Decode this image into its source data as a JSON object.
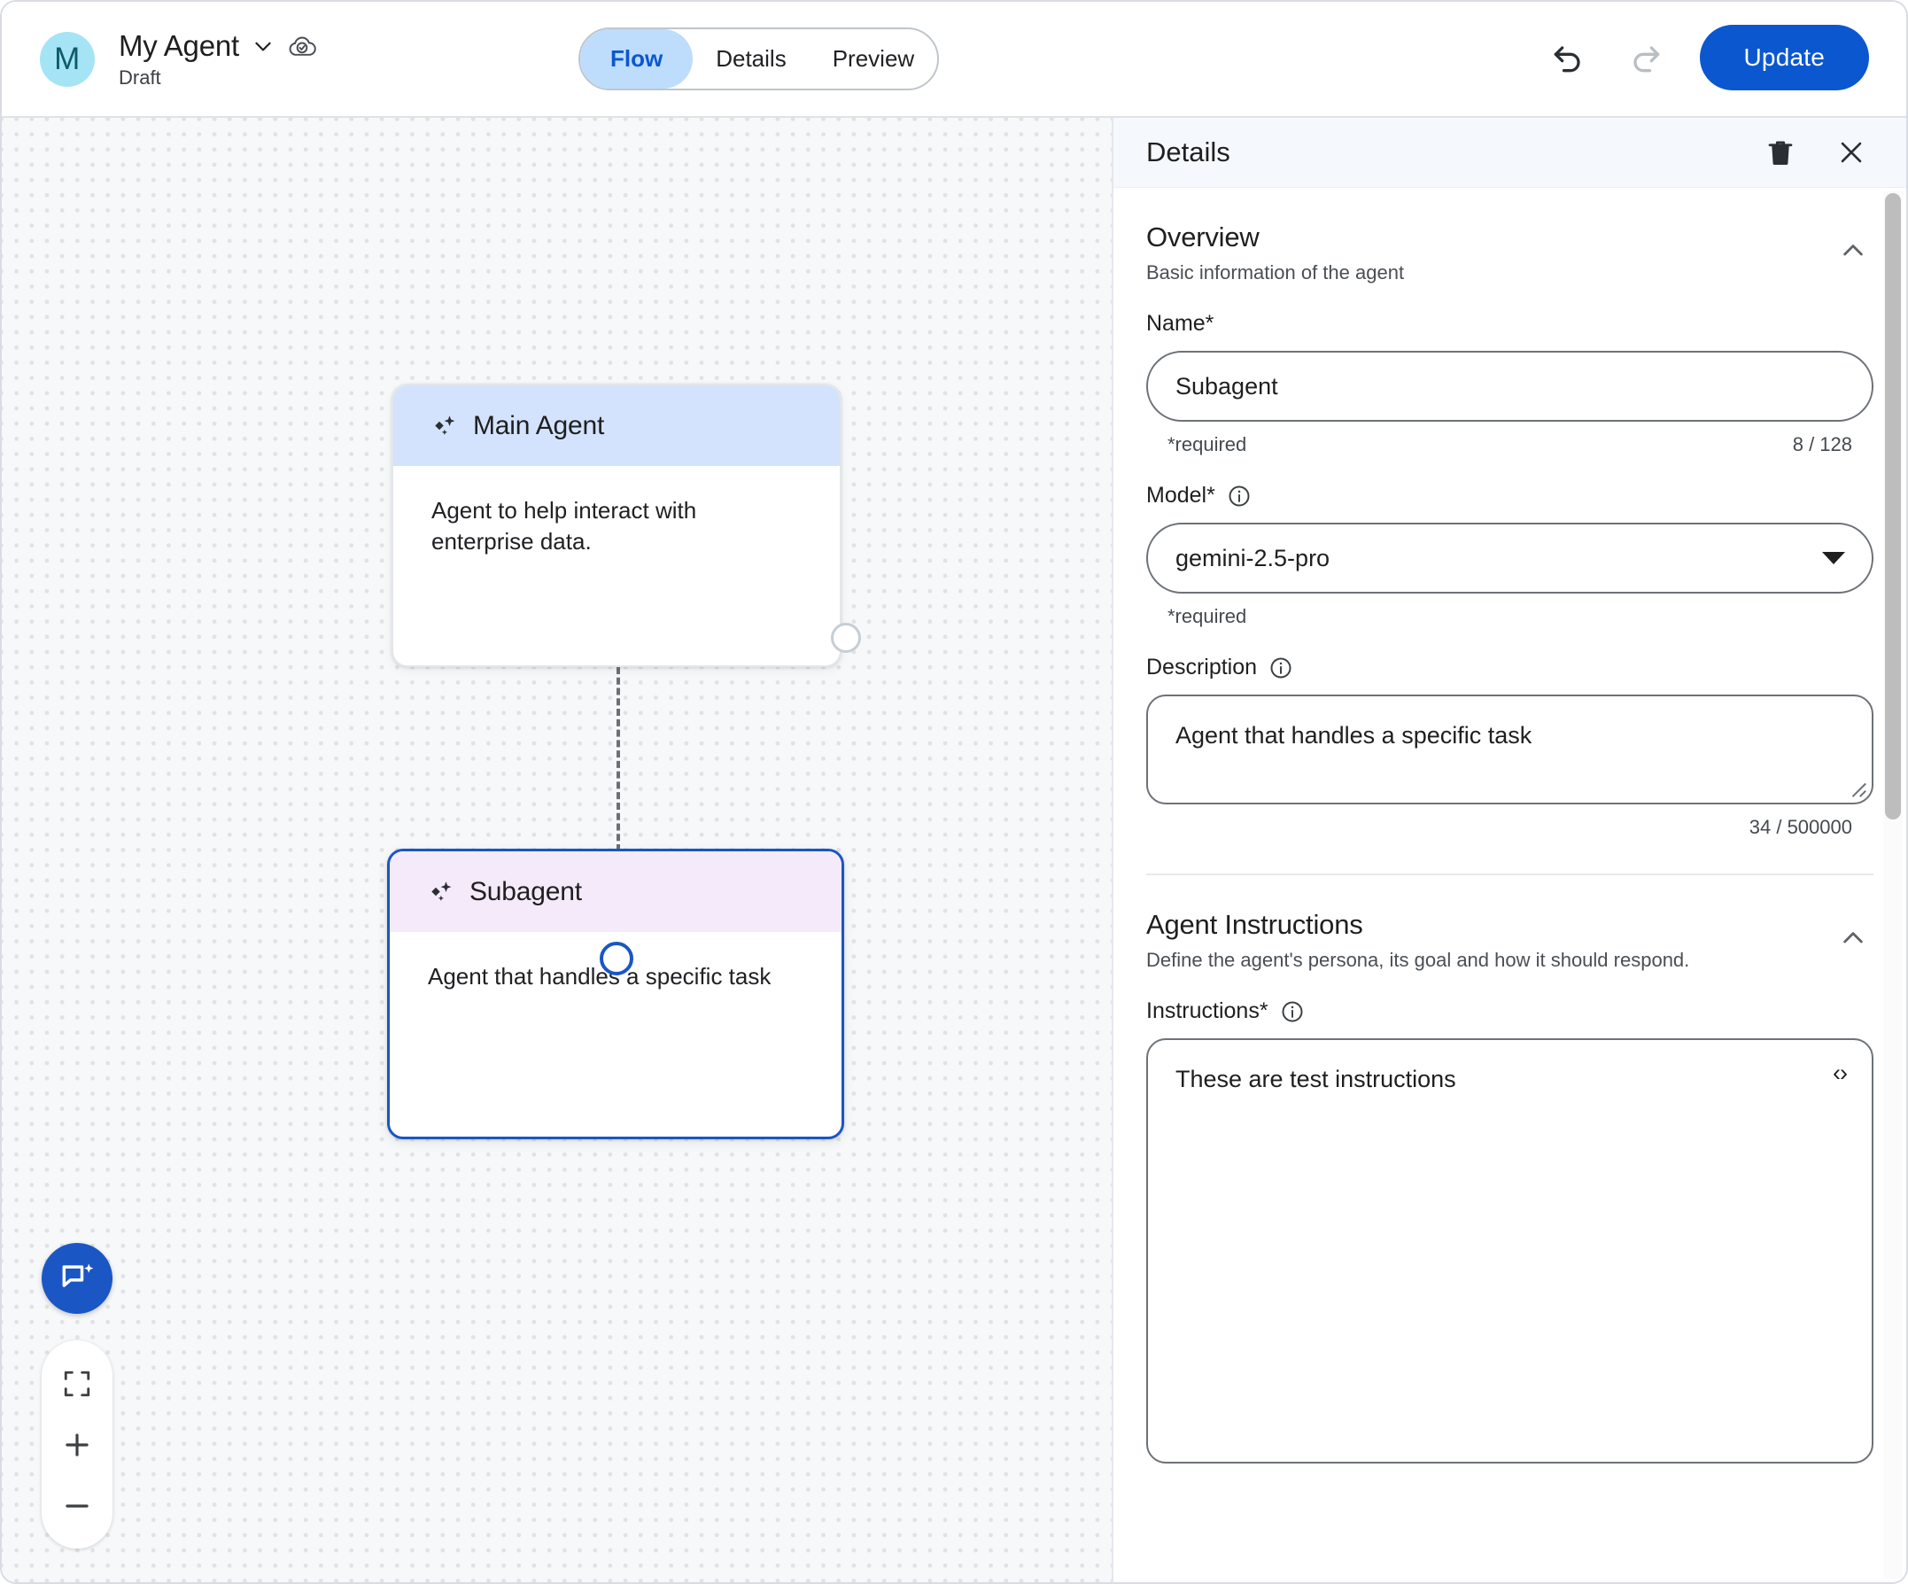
{
  "header": {
    "avatar_initial": "M",
    "agent_name": "My Agent",
    "status": "Draft",
    "dropdown_icon": "chevron-down-icon",
    "cloud_icon": "cloud-saved-icon",
    "tabs": [
      {
        "label": "Flow",
        "active": true
      },
      {
        "label": "Details",
        "active": false
      },
      {
        "label": "Preview",
        "active": false
      }
    ],
    "undo_icon": "undo-icon",
    "redo_icon": "redo-icon",
    "update_label": "Update"
  },
  "canvas": {
    "nodes": [
      {
        "title": "Main Agent",
        "description": "Agent to help interact with enterprise data.",
        "header_color": "#d3e3fd",
        "selected": false
      },
      {
        "title": "Subagent",
        "description": "Agent that handles a specific task",
        "header_color": "#f5eaf9",
        "selected": true
      }
    ],
    "controls": {
      "assistant_icon": "chat-sparkle-icon",
      "fit_icon": "fit-to-screen-icon",
      "zoom_in_icon": "zoom-in-icon",
      "zoom_out_icon": "zoom-out-icon"
    },
    "accent_color": "#1a56c4"
  },
  "details_panel": {
    "title": "Details",
    "delete_icon": "trash-icon",
    "close_icon": "close-icon",
    "overview": {
      "title": "Overview",
      "subtitle": "Basic information of the agent",
      "collapse_icon": "chevron-up-icon",
      "name": {
        "label": "Name*",
        "value": "Subagent",
        "required_text": "*required",
        "counter": "8 / 128"
      },
      "model": {
        "label": "Model*",
        "info_icon": "info-icon",
        "value": "gemini-2.5-pro",
        "required_text": "*required",
        "dropdown_icon": "dropdown-arrow-icon"
      },
      "description": {
        "label": "Description",
        "info_icon": "info-icon",
        "value": "Agent that handles a specific task",
        "counter": "34 / 500000"
      }
    },
    "agent_instructions": {
      "title": "Agent Instructions",
      "subtitle": "Define the agent's persona, its goal and how it should respond.",
      "collapse_icon": "chevron-up-icon",
      "instructions": {
        "label": "Instructions*",
        "info_icon": "info-icon",
        "value": "These are test instructions",
        "code_toggle_icon": "code-brackets-icon",
        "code_toggle_label": "‹›"
      }
    }
  }
}
